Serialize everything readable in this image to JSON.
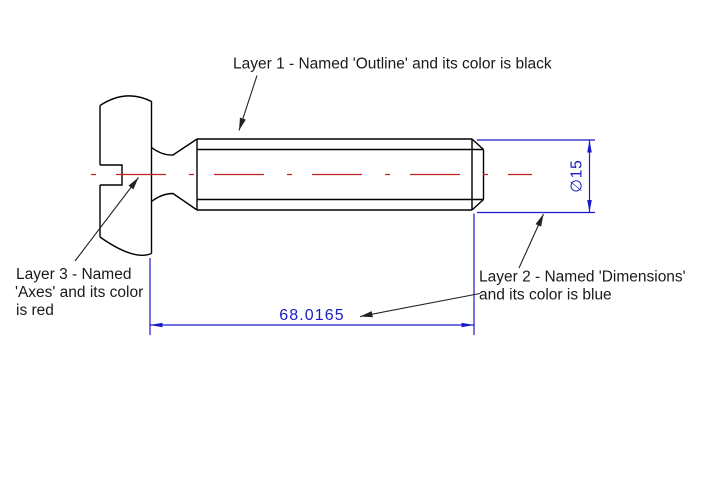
{
  "annotations": {
    "layer1": {
      "text": "Layer 1 - Named 'Outline' and its color is black"
    },
    "layer2": {
      "lines": [
        "Layer 2 - Named 'Dimensions'",
        "and its color is blue"
      ]
    },
    "layer3": {
      "lines": [
        "Layer 3 - Named",
        "'Axes' and its color",
        "is red"
      ]
    }
  },
  "dimensions": {
    "length_value": "68.0165",
    "diameter_value": "∅15"
  },
  "layers": [
    {
      "number": "1",
      "name": "Outline",
      "color_name": "black"
    },
    {
      "number": "2",
      "name": "Dimensions",
      "color_name": "blue"
    },
    {
      "number": "3",
      "name": "Axes",
      "color_name": "red"
    }
  ],
  "colors": {
    "outline": "#000000",
    "dimensions": "#1a1ac8",
    "axes": "#c32222",
    "leader": "#222222",
    "annotation_text": "#1a1a1a",
    "background": "#ffffff"
  }
}
